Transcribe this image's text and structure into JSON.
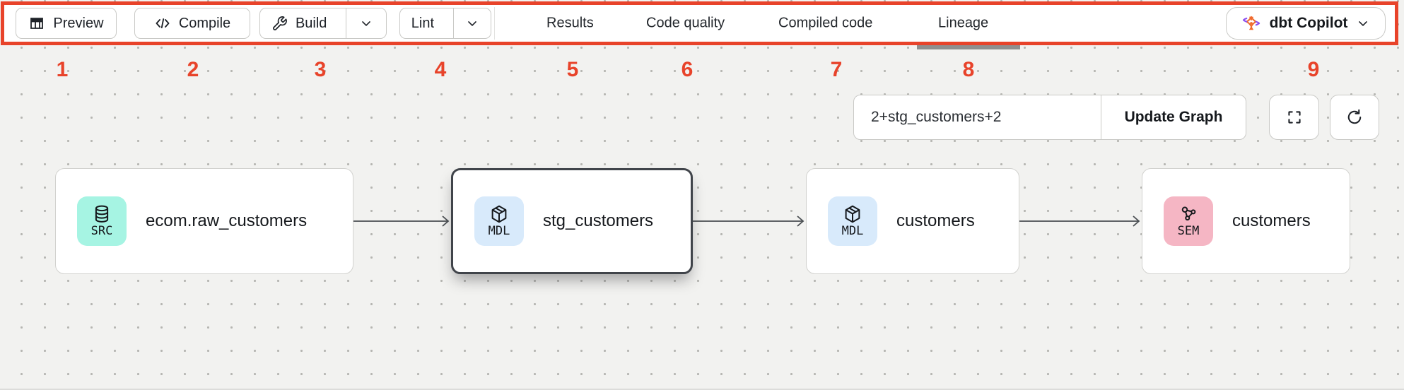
{
  "toolbar": {
    "preview_label": "Preview",
    "compile_label": "Compile",
    "build_label": "Build",
    "lint_label": "Lint",
    "tabs": [
      {
        "label": "Results"
      },
      {
        "label": "Code quality"
      },
      {
        "label": "Compiled code"
      },
      {
        "label": "Lineage"
      }
    ],
    "active_tab": "Lineage",
    "copilot_label": "dbt Copilot"
  },
  "annotations": {
    "numbers": [
      "1",
      "2",
      "3",
      "4",
      "5",
      "6",
      "7",
      "8",
      "9"
    ],
    "color": "#e8432a"
  },
  "graph_controls": {
    "selector_value": "2+stg_customers+2",
    "update_button_label": "Update Graph"
  },
  "lineage": {
    "nodes": [
      {
        "badge": "SRC",
        "label": "ecom.raw_customers",
        "badge_color": "#a6f4e3",
        "icon": "database-icon",
        "selected": false
      },
      {
        "badge": "MDL",
        "label": "stg_customers",
        "badge_color": "#d8eafb",
        "icon": "cube-icon",
        "selected": true
      },
      {
        "badge": "MDL",
        "label": "customers",
        "badge_color": "#d8eafb",
        "icon": "cube-icon",
        "selected": false
      },
      {
        "badge": "SEM",
        "label": "customers",
        "badge_color": "#f5b6c4",
        "icon": "semantic-icon",
        "selected": false
      }
    ]
  },
  "icons": {
    "preview": "table-icon",
    "compile": "code-icon",
    "build": "wrench-icon",
    "dropdowns": "chevron-down-icon",
    "copilot": "dbt-logo-icon",
    "fullscreen": "fullscreen-icon",
    "refresh": "refresh-icon"
  },
  "colors": {
    "annotation_red": "#e8432a",
    "tab_indicator_gray": "#8f8f8f",
    "src_badge": "#a6f4e3",
    "mdl_badge": "#d8eafb",
    "sem_badge": "#f5b6c4",
    "canvas_background": "#f2f2f0"
  }
}
